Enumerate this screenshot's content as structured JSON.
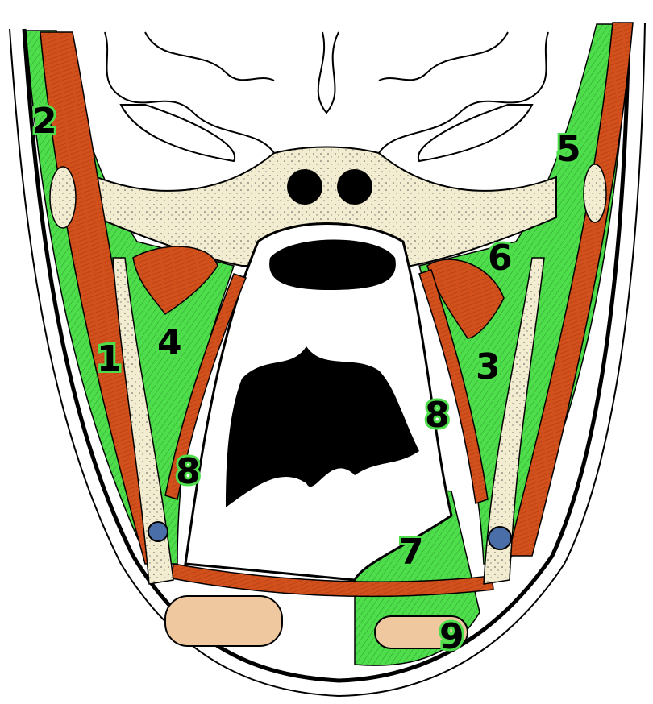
{
  "colors": {
    "fascial_space": "#4ede4c",
    "muscle": "#d2501c",
    "bone": "#f2ecd0",
    "gland": "#f0c8a0",
    "airway": "#000000",
    "outline": "#000000",
    "label_fill": "#000000",
    "label_halo": "#4ede4c"
  },
  "labels": {
    "l1": "1",
    "l2": "2",
    "l3": "3",
    "l4": "4",
    "l5": "5",
    "l6": "6",
    "l7": "7",
    "l8a": "8",
    "l8b": "8",
    "l9": "9"
  }
}
